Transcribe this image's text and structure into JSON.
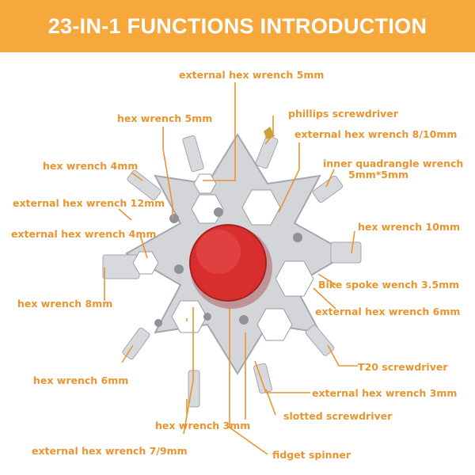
{
  "header": {
    "title": "23-IN-1 FUNCTIONS INTRODUCTION",
    "background": "#f7a83c",
    "text_color": "#ffffff"
  },
  "colors": {
    "label": "#e8952f",
    "leader": "#e8952f",
    "tool_body": "#d3d5d9",
    "tool_edge": "#a4a7ad",
    "spinner": "#d82e2e"
  },
  "labels": {
    "external_hex_wrench_5mm": "external hex wrench 5mm",
    "phillips_screwdriver": "phillips screwdriver",
    "hex_wrench_5mm": "hex wrench 5mm",
    "external_hex_wrench_8_10mm": "external hex wrench 8/10mm",
    "hex_wrench_4mm": "hex wrench 4mm",
    "inner_quadrangle_wrench": "inner quadrangle wrench",
    "inner_quadrangle_size": "5mm*5mm",
    "external_hex_wrench_12mm": "external hex wrench 12mm",
    "hex_wrench_10mm": "hex wrench 10mm",
    "external_hex_wrench_4mm": "external hex wrench 4mm",
    "bike_spoke_wrench": "Bike spoke wench 3.5mm",
    "hex_wrench_8mm": "hex wrench 8mm",
    "external_hex_wrench_6mm": "external hex wrench 6mm",
    "t20_screwdriver": "T20 screwdriver",
    "hex_wrench_6mm": "hex wrench 6mm",
    "external_hex_wrench_3mm": "external hex wrench 3mm",
    "slotted_screwdriver": "slotted screwdriver",
    "hex_wrench_3mm": "hex wrench 3mm",
    "external_hex_wrench_7_9mm": "external hex wrench 7/9mm",
    "fidget_spinner": "fidget spinner"
  }
}
